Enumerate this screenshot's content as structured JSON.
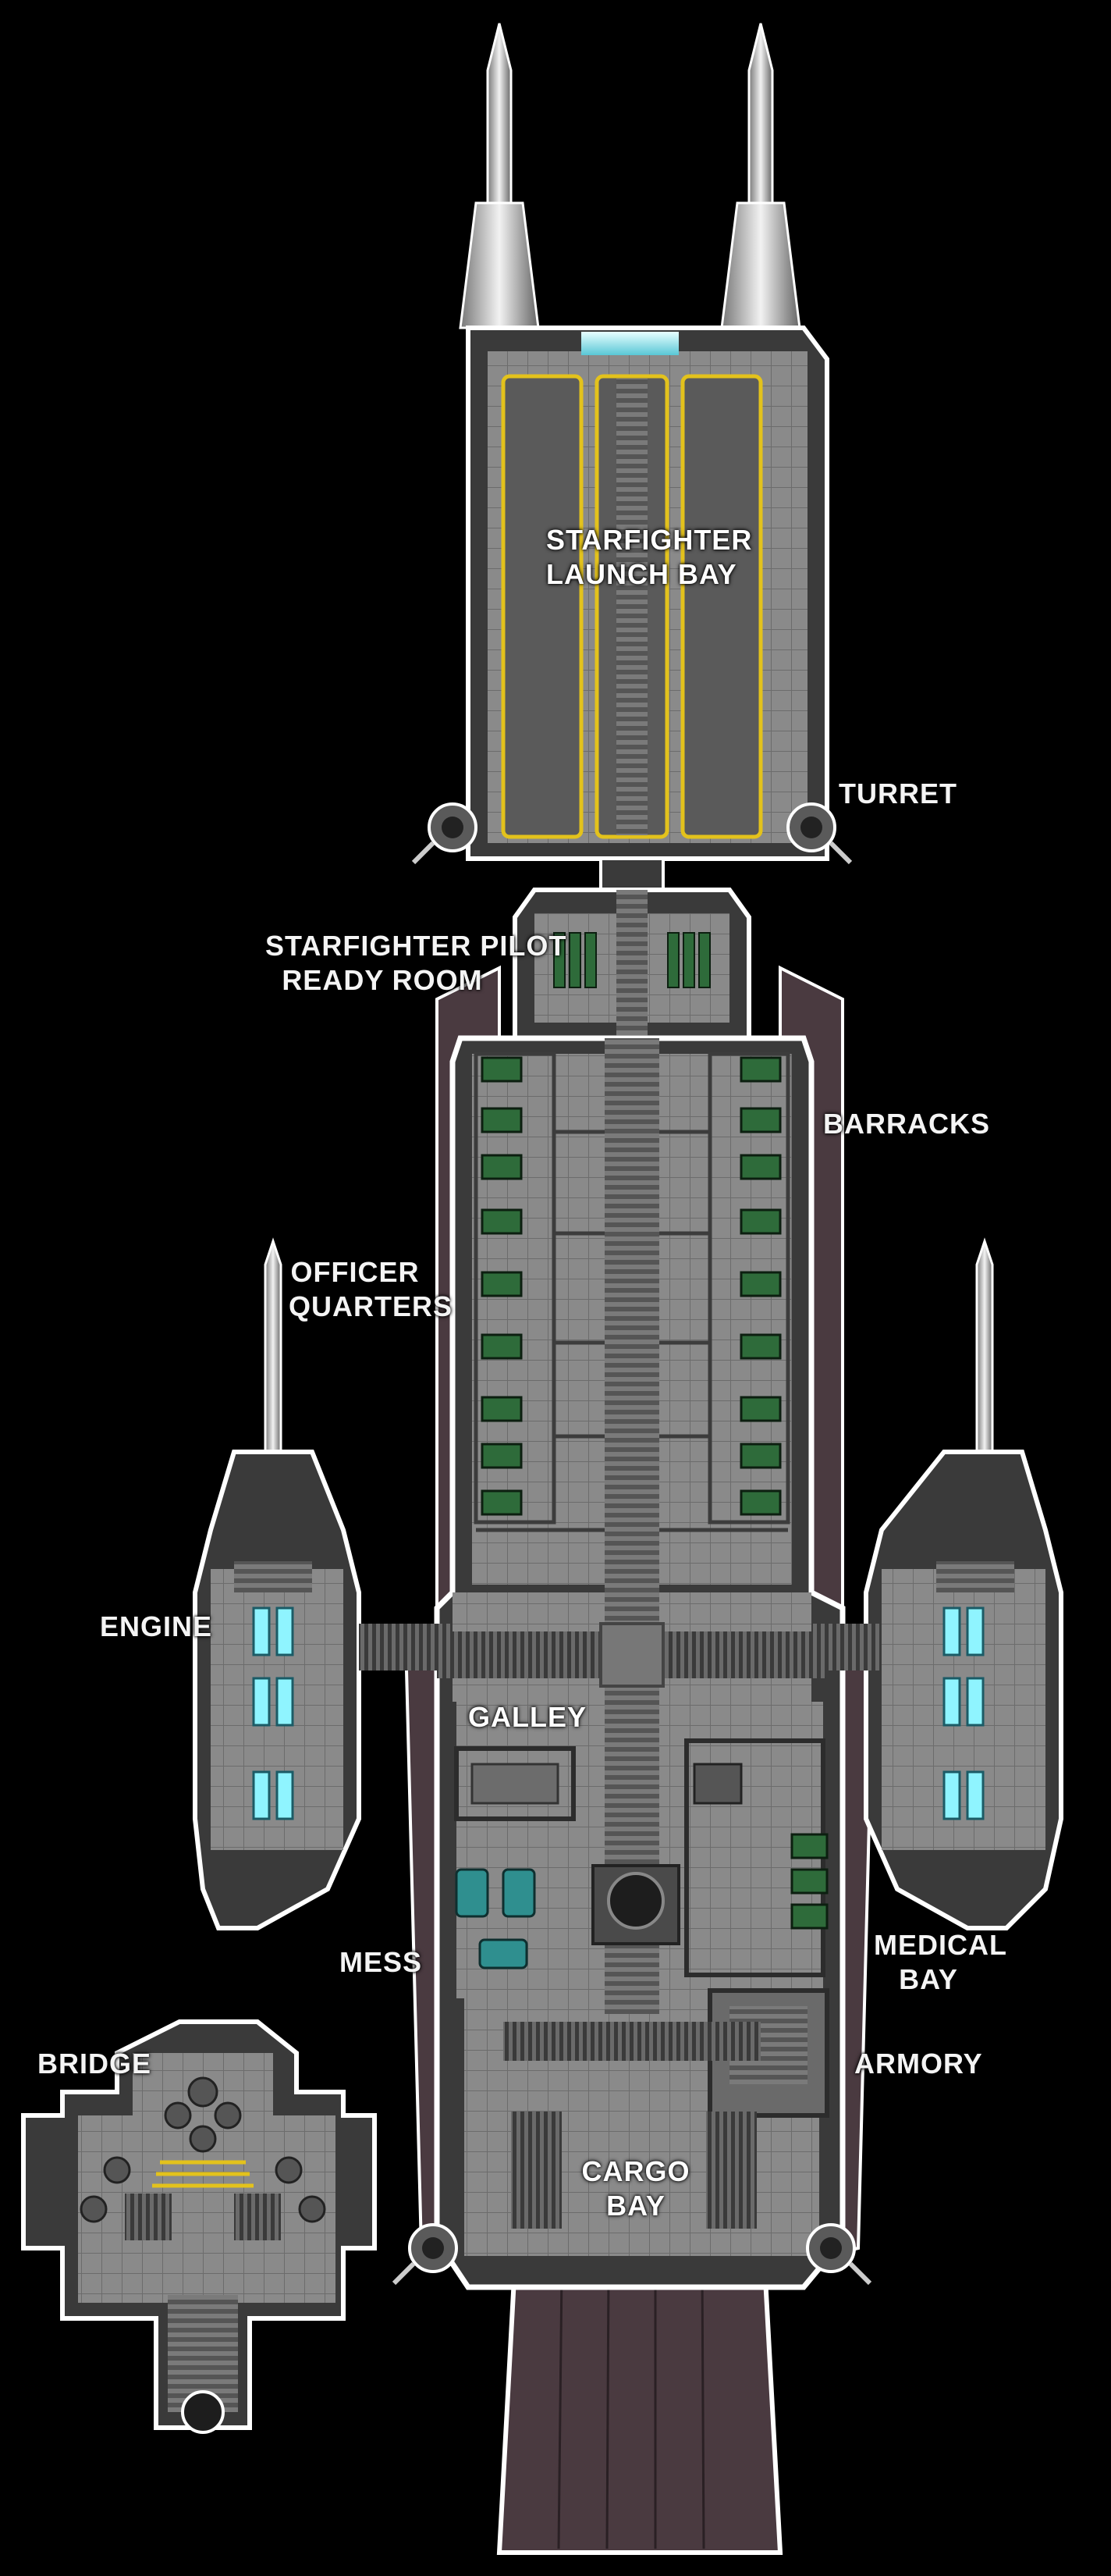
{
  "map": {
    "labels": {
      "launch_bay": [
        "STARFIGHTER",
        "LAUNCH BAY"
      ],
      "turret": "TURRET",
      "ready_room": [
        "STARFIGHTER PILOT",
        "READY ROOM"
      ],
      "barracks": "BARRACKS",
      "officer_quarters": [
        "OFFICER",
        "QUARTERS"
      ],
      "engine": "ENGINE",
      "galley": "GALLEY",
      "mess": "MESS",
      "medical_bay": [
        "MEDICAL",
        "BAY"
      ],
      "armory": "ARMORY",
      "bridge": "BRIDGE",
      "cargo_bay": [
        "CARGO",
        "BAY"
      ]
    },
    "colors": {
      "background": "#000000",
      "hull": "#4a4a4a",
      "floor": "#8a8a8a",
      "grid": "#6e6e6e",
      "hull_edge": "#ffffff",
      "rear_plating": "#4a3a40",
      "launch_stripe": "#e3c21c",
      "bunk_green": "#2e6b3a",
      "console_teal": "#2f8f8f",
      "engine_glow": "#8ff4ff"
    }
  }
}
